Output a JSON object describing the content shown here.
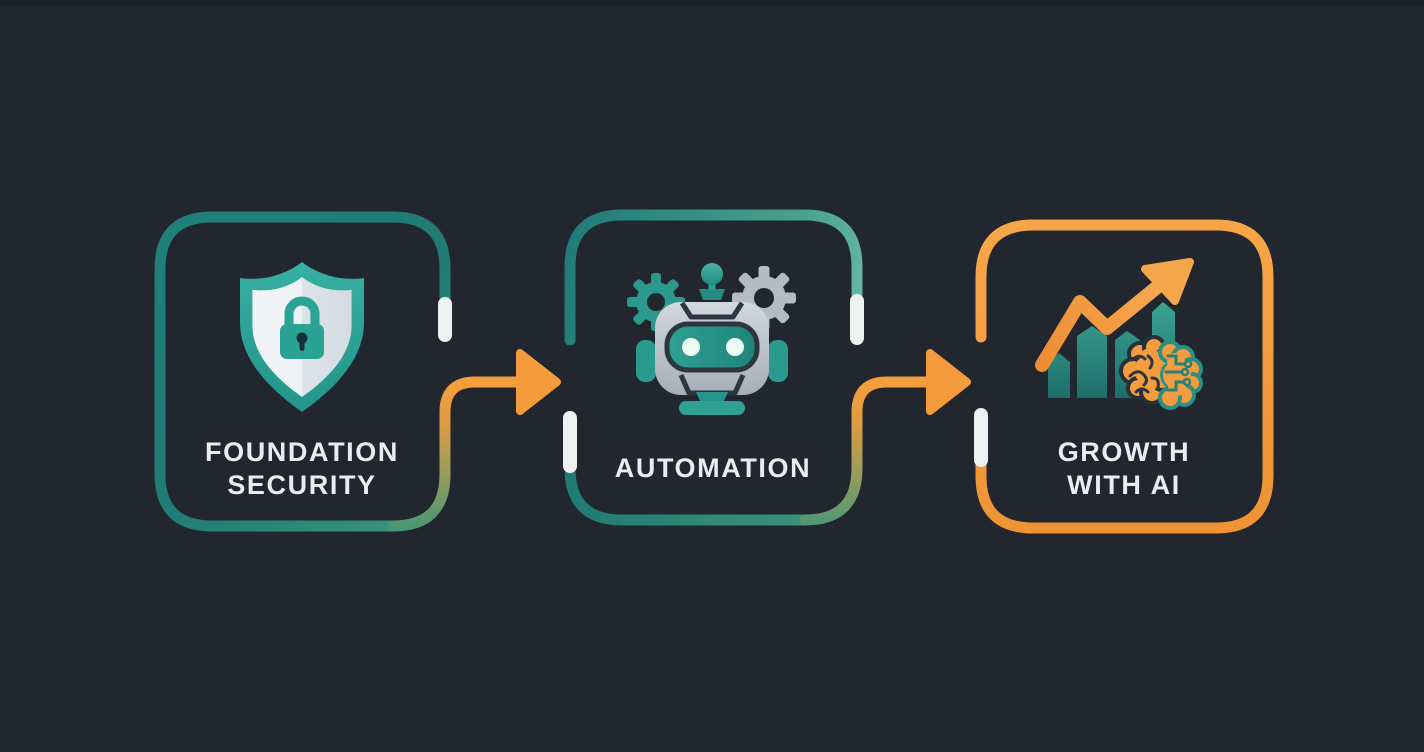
{
  "diagram": {
    "title": "three-step process flow",
    "background": "#22262e",
    "palette": {
      "teal_border": "#1f7c76",
      "seafoam": "#6cbaa8",
      "green_accent": "#439878",
      "orange_accent": "#f5a03d",
      "pill_highlight": "#edf2f1",
      "text": "#e9edef",
      "icon_teal": "#2ba394",
      "icon_gray": "#b3bbc3",
      "brain_orange": "#f49d3e"
    },
    "steps": [
      {
        "name": "foundation-security",
        "line1": "FOUNDATION",
        "line2": "SECURITY",
        "icon": "shield-lock-icon",
        "border": "teal gradient"
      },
      {
        "name": "automation",
        "line1": "AUTOMATION",
        "line2": "",
        "icon": "robot-gears-icon",
        "border": "teal-to-seafoam gradient"
      },
      {
        "name": "growth-with-ai",
        "line1": "GROWTH",
        "line2": "WITH AI",
        "icon": "chart-brain-icon",
        "border": "orange gradient"
      }
    ],
    "connectors": [
      {
        "name": "arrow-1",
        "type": "curved right arrow",
        "from": "foundation-security",
        "to": "automation",
        "color_flow": "green to orange"
      },
      {
        "name": "arrow-2",
        "type": "curved right arrow",
        "from": "automation",
        "to": "growth-with-ai",
        "color_flow": "green to orange"
      }
    ]
  }
}
